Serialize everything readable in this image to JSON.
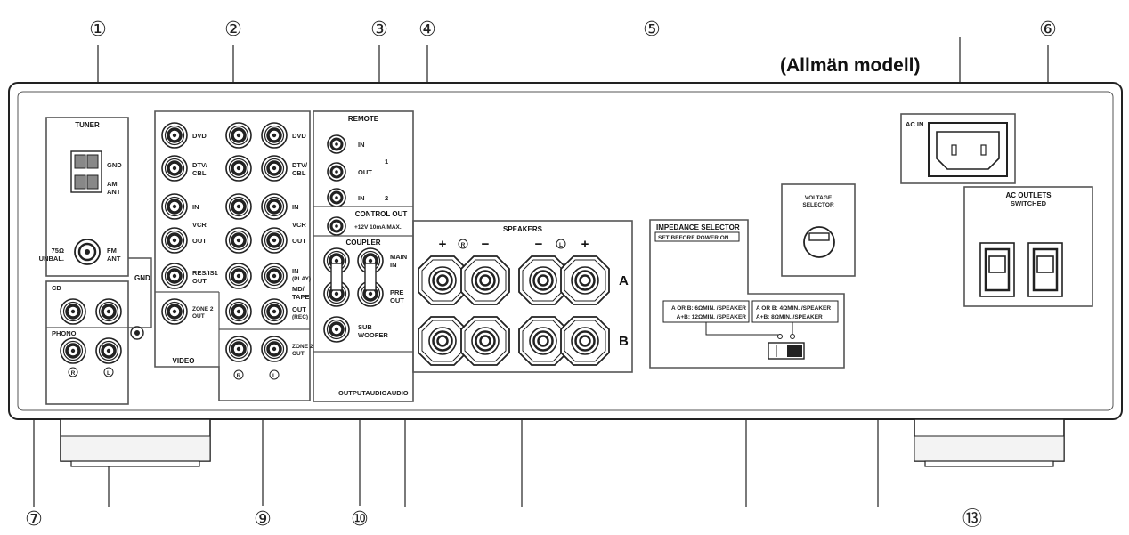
{
  "model_label": "(Allmän modell)",
  "callouts": [
    "①",
    "②",
    "③",
    "④",
    "⑤",
    "⑥",
    "⑦",
    "⑨",
    "⑩",
    "⑬"
  ],
  "tuner": {
    "title": "TUNER",
    "gnd": "GND",
    "am1": "AM",
    "am2": "ANT",
    "fm1": "FM",
    "fm2": "ANT",
    "ohm1": "75Ω",
    "ohm2": "UNBAL."
  },
  "gnd_label": "GND",
  "cd_label": "CD",
  "phono_label": "PHONO",
  "video_label": "VIDEO",
  "lr": {
    "r": "R",
    "l": "L"
  },
  "video_rows": {
    "dvd": "DVD",
    "dtv1": "DTV/",
    "dtv2": "CBL",
    "in": "IN",
    "vcr": "VCR",
    "out": "OUT",
    "md1": "IN",
    "md2": "(PLAY)",
    "md3": "MD/",
    "md4": "TAPE",
    "md5": "OUT",
    "md6": "(REC)",
    "res1": "RES/IS1",
    "res2": "OUT",
    "zone1": "ZONE 2",
    "zone2": "OUT"
  },
  "remote": {
    "title": "REMOTE",
    "in": "IN",
    "out": "OUT",
    "one": "1",
    "in2": "IN",
    "two": "2"
  },
  "control_out": {
    "title": "CONTROL OUT",
    "spec": "+12V 10mA MAX."
  },
  "coupler": {
    "title": "COUPLER",
    "main1": "MAIN",
    "main2": "IN",
    "pre1": "PRE",
    "pre2": "OUT",
    "sub1": "SUB",
    "sub2": "WOOFER"
  },
  "output_audio": "OUTPUTAUDIOAUDIO",
  "speakers": {
    "title": "SPEAKERS",
    "plus": "+",
    "minus": "−",
    "a": "A",
    "b": "B"
  },
  "impedance": {
    "title": "IMPEDANCE SELECTOR",
    "warn": "SET BEFORE POWER ON",
    "l1": "A OR B: 6ΩMIN. /SPEAKER",
    "l2": "A+B: 12ΩMIN. /SPEAKER",
    "r1": "A OR B: 4ΩMIN. /SPEAKER",
    "r2": "A+B: 8ΩMIN. /SPEAKER"
  },
  "voltage": {
    "line1": "VOLTAGE",
    "line2": "SELECTOR"
  },
  "ac_in": "AC IN",
  "ac_outlets": {
    "line1": "AC OUTLETS",
    "line2": "SWITCHED"
  }
}
